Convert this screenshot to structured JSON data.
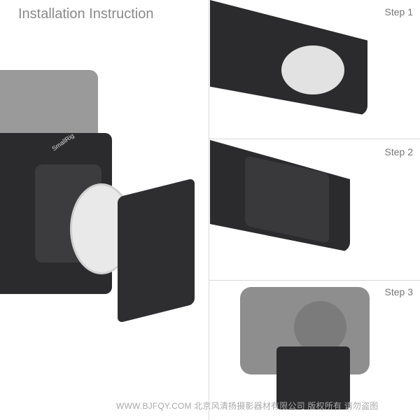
{
  "title": "Installation Instruction",
  "steps": [
    {
      "label": "Step 1"
    },
    {
      "label": "Step 2"
    },
    {
      "label": "Step 3"
    }
  ],
  "brand_logo": "SmallRig",
  "watermark": "WWW.BJFQY.COM 北京风清扬摄影器材有限公司 版权所有 请勿盗图",
  "colors": {
    "plate": "#2b2b2d",
    "camera": "#8e8e8e",
    "cap": "#e9e9e9"
  }
}
